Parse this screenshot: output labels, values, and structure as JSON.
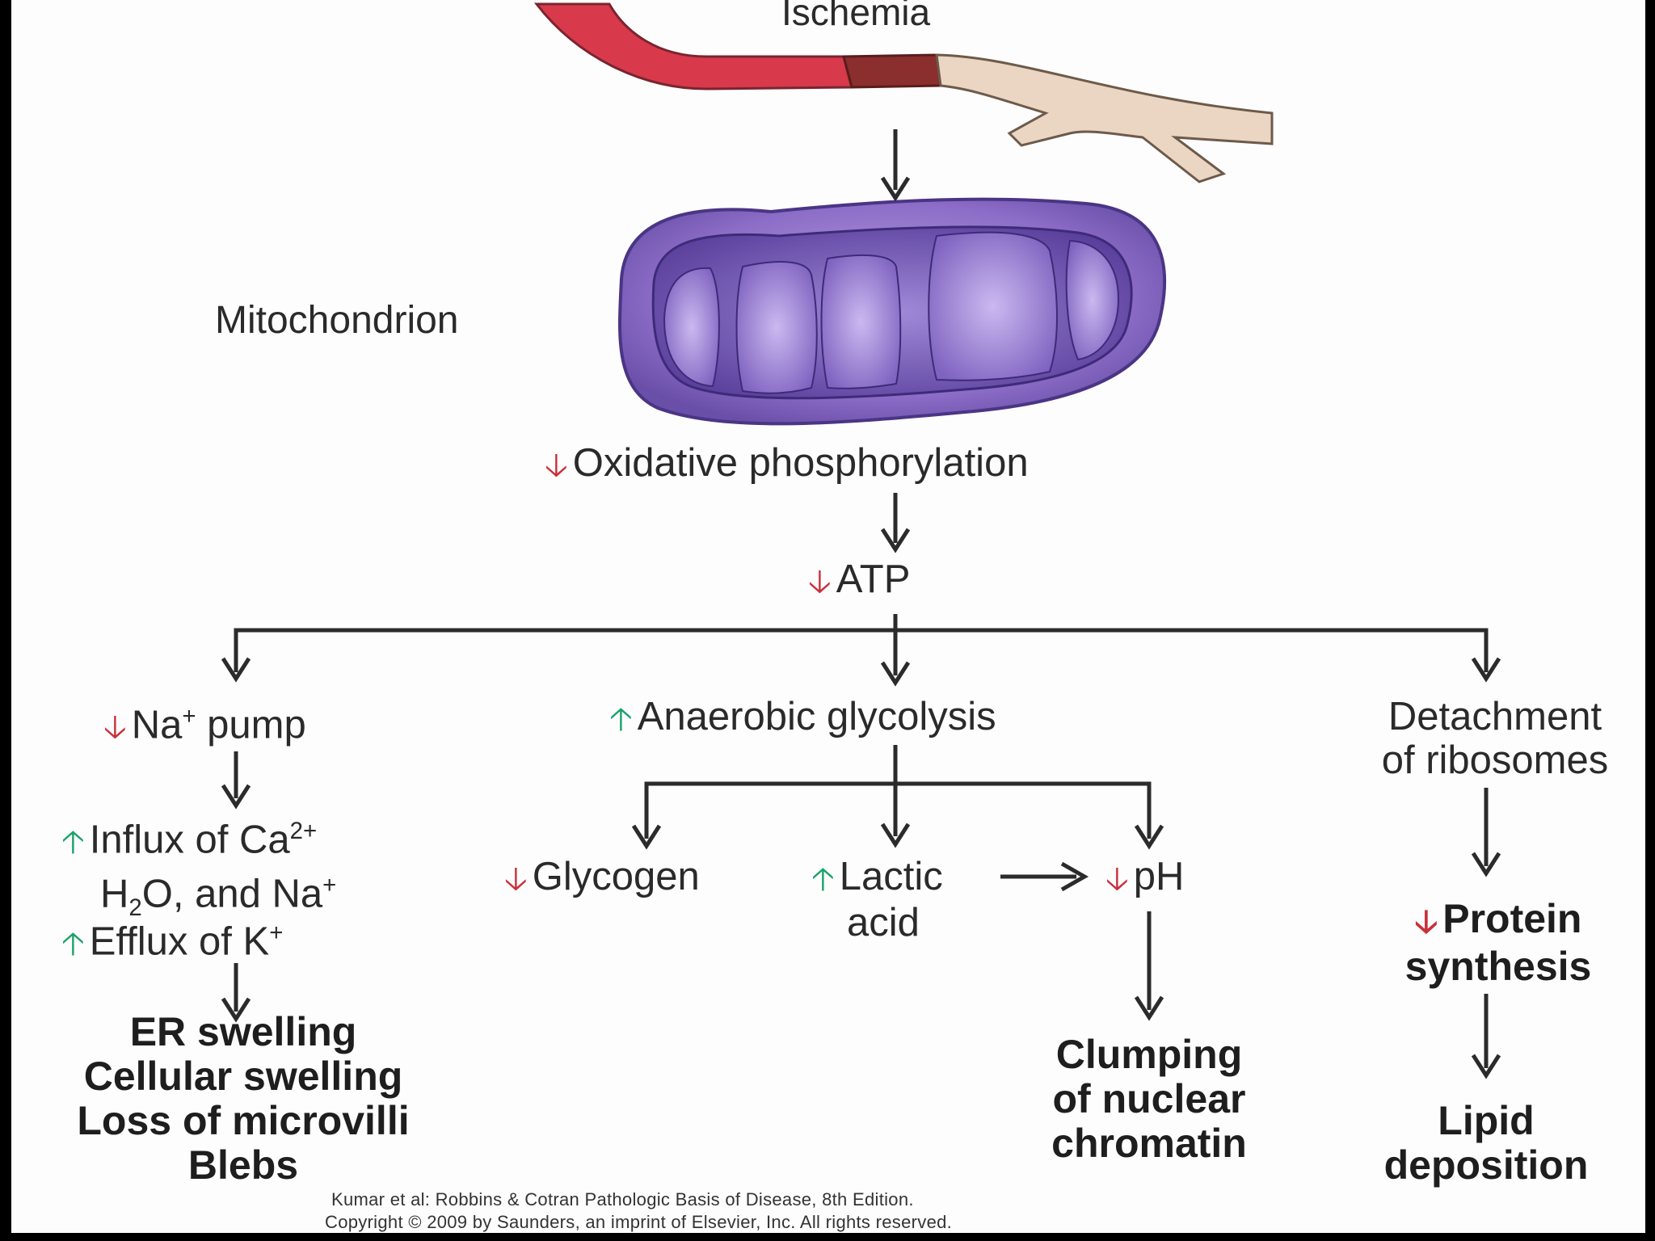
{
  "title": "Ischemia",
  "mitochondrion_label": "Mitochondrion",
  "oxidative": "Oxidative phosphorylation",
  "atp": "ATP",
  "na_pump": {
    "prefix": "Na",
    "sup": "+",
    "suffix": " pump"
  },
  "anaerobic": "Anaerobic glycolysis",
  "detachment": [
    "Detachment",
    "of ribosomes"
  ],
  "influx": {
    "line1_prefix": "Influx of Ca",
    "line1_sup": "2+",
    "line2_h": "H",
    "line2_sub": "2",
    "line2_rest": "O, and Na",
    "line2_sup": "+"
  },
  "efflux": {
    "prefix": "Efflux of K",
    "sup": "+"
  },
  "glycogen": "Glycogen",
  "lactic": [
    "Lactic",
    "acid"
  ],
  "ph": "pH",
  "protein": [
    "Protein",
    "synthesis"
  ],
  "er_outcomes": [
    "ER swelling",
    "Cellular swelling",
    "Loss of microvilli",
    "Blebs"
  ],
  "chromatin": [
    "Clumping",
    "of nuclear",
    "chromatin"
  ],
  "lipid": [
    "Lipid",
    "deposition"
  ],
  "citation": [
    "Kumar et al: Robbins & Cotran Pathologic Basis of Disease, 8th Edition.",
    "Copyright © 2009 by Saunders, an imprint of Elsevier, Inc. All rights reserved."
  ],
  "indicator_icons": {
    "decrease": "down-arrow-icon",
    "increase": "up-arrow-icon"
  },
  "colors": {
    "decrease": "#c9303a",
    "increase": "#1aa26b",
    "mitochondrion": "#8a6bc4",
    "vessel": "#d8394b",
    "infarct": "#8b2e2e",
    "tissue": "#ead6c3"
  }
}
